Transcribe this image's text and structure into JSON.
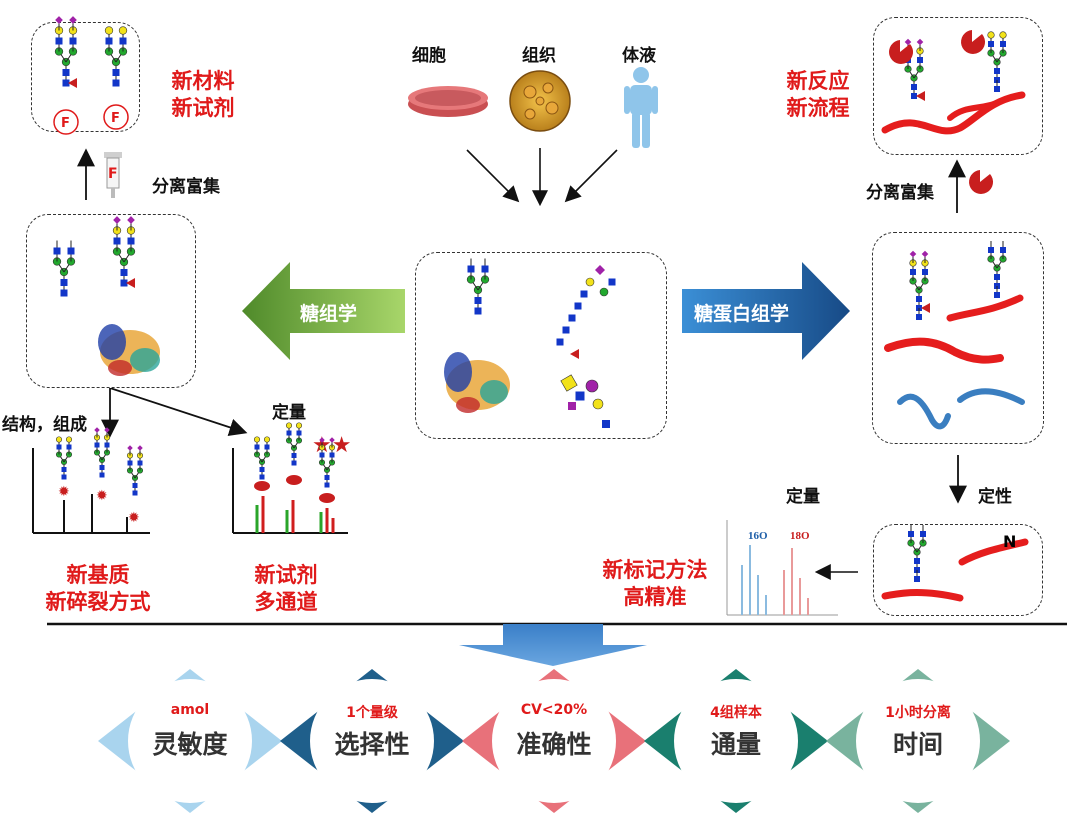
{
  "top_center": {
    "cell_label": "细胞",
    "tissue_label": "组织",
    "fluid_label": "体液"
  },
  "left_top": {
    "title_line1": "新材料",
    "title_line2": "新试剂",
    "tag_letter": "F",
    "enrich_label": "分离富集"
  },
  "right_top": {
    "title_line1": "新反应",
    "title_line2": "新流程",
    "enrich_label": "分离富集"
  },
  "middle": {
    "glycomics_label": "糖组学",
    "glycoproteomics_label": "糖蛋白组学"
  },
  "left_bottom": {
    "structure_label": "结构，组成",
    "quant_label": "定量",
    "caption1_line1": "新基质",
    "caption1_line2": "新碎裂方式",
    "caption2_line1": "新试剂",
    "caption2_line2": "多通道"
  },
  "right_bottom": {
    "quant_label": "定量",
    "qual_label": "定性",
    "caption_line1": "新标记方法",
    "caption_line2": "高精准",
    "iso16_label": "16O",
    "iso18_label": "18O",
    "n_label": "N"
  },
  "metrics": [
    {
      "top": "amol",
      "main": "灵敏度",
      "color": "#a9d4ee",
      "top_color": "#e01a1a"
    },
    {
      "top": "1个量级",
      "main": "选择性",
      "color": "#1f5f8b",
      "top_color": "#e01a1a"
    },
    {
      "top": "CV<20%",
      "main": "准确性",
      "color": "#e8717a",
      "top_color": "#e01a1a"
    },
    {
      "top": "4组样本",
      "main": "通量",
      "color": "#1a7f6e",
      "top_color": "#e01a1a"
    },
    {
      "top": "1小时分离",
      "main": "时间",
      "color": "#79b39e",
      "top_color": "#e01a1a"
    }
  ]
}
